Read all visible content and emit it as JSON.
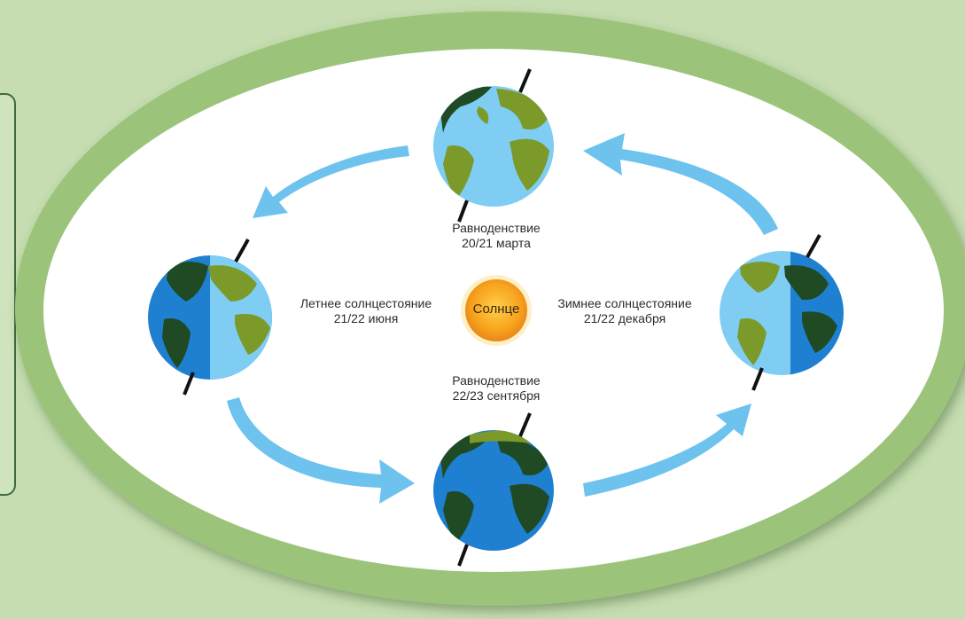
{
  "sun": {
    "label": "Солнце"
  },
  "positions": {
    "top": {
      "title": "Равноденствие",
      "date": "20/21 марта"
    },
    "left": {
      "title": "Летнее солнцестояние",
      "date": "21/22 июня"
    },
    "right": {
      "title": "Зимнее солнцестояние",
      "date": "21/22 декабря"
    },
    "bottom": {
      "title": "Равноденствие",
      "date": "22/23 сентября"
    }
  },
  "colors": {
    "background": "#c5ddb0",
    "frame": "#9bc47a",
    "ellipse_fill": "#ffffff",
    "arrow": "#6ec3ee",
    "sun": "#f7a21c",
    "ocean_day": "#7fcdf2",
    "ocean_night": "#1f7fd0",
    "land_day": "#7b9a2a",
    "land_night": "#1f4a24"
  }
}
